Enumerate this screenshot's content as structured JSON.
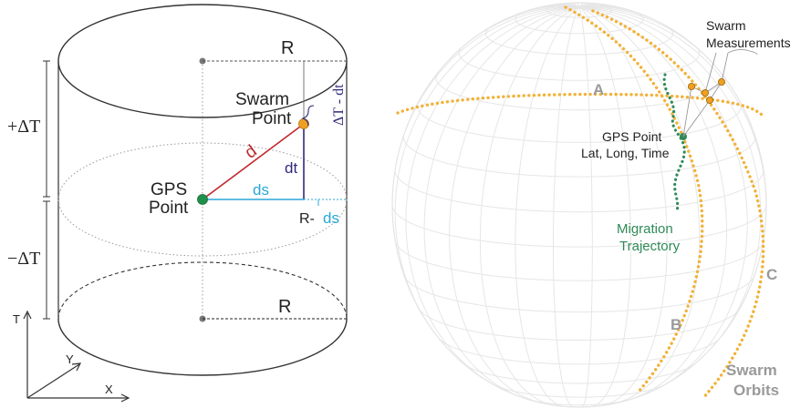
{
  "cylinder": {
    "radius_label_top": "R",
    "radius_label_bottom": "R",
    "swarm_point_label_line1": "Swarm",
    "swarm_point_label_line2": "Point",
    "gps_point_label_line1": "GPS",
    "gps_point_label_line2": "Point",
    "d_label": "d",
    "dt_label": "dt",
    "ds_label": "ds",
    "r_minus_ds_label_r": "R-",
    "r_minus_ds_label_ds": "ds",
    "delta_t_minus_dt_label": "ΔT - dt",
    "plus_delta_t_label": "+ΔT",
    "minus_delta_t_label": "−ΔT",
    "axis_t": "T",
    "axis_y": "Y",
    "axis_x": "X"
  },
  "globe": {
    "orbit_a_label": "A",
    "orbit_b_label": "B",
    "orbit_c_label": "C",
    "swarm_measurements_line1": "Swarm",
    "swarm_measurements_line2": "Measurements",
    "gps_point_line1": "GPS Point",
    "gps_point_line2": "Lat, Long, Time",
    "migration_line1": "Migration",
    "migration_line2": "Trajectory",
    "swarm_orbits_line1": "Swarm",
    "swarm_orbits_line2": "Orbits"
  },
  "colors": {
    "gps_green": "#1f8f4a",
    "swarm_orange": "#f0a020",
    "d_red": "#c0282d",
    "dt_navy": "#2e2a7a",
    "ds_cyan": "#2aa7d8",
    "orbit_orange": "#f2b23a",
    "migration_green": "#2e8b57",
    "label_gray": "#9a9a9a"
  }
}
